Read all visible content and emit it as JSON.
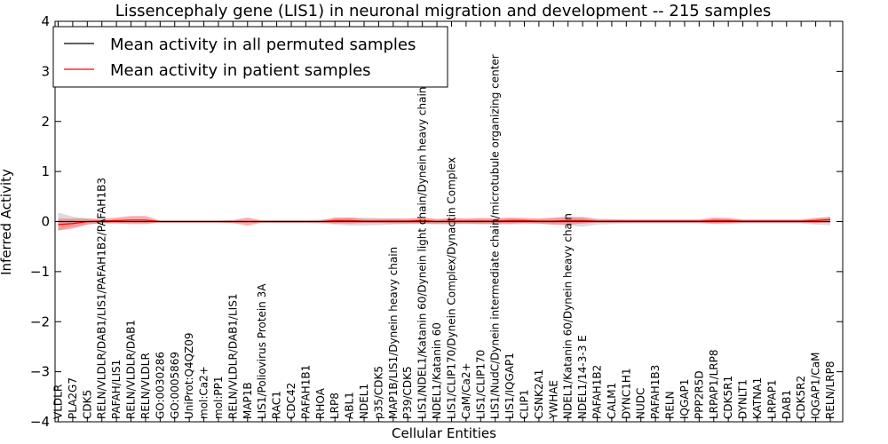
{
  "chart_data": {
    "type": "line",
    "title": "Lissencephaly gene (LIS1) in neuronal migration and development -- 215 samples",
    "xlabel": "Cellular Entities",
    "ylabel": "Inferred Activity",
    "ylim": [
      -4,
      4
    ],
    "yticks": [
      "−4",
      "−3",
      "−2",
      "−1",
      "0",
      "1",
      "2",
      "3",
      "4"
    ],
    "grid": false,
    "legend_position": "top-left",
    "colors": {
      "permuted": "#000000",
      "patient": "#ff0000",
      "permuted_band": "#b0b0b0",
      "patient_band": "#ff6666"
    },
    "categories": [
      "VLDLR",
      "PLA2G7",
      "CDK5",
      "RELN/VLDLR/DAB1/LIS1/PAFAH1B2/PAFAH1B3",
      "PAFAH/LIS1",
      "RELN/VLDLR/DAB1",
      "RELN/VLDLR",
      "GO:0030286",
      "GO:0005869",
      "UniProt:Q4QZ09",
      "mol:Ca2+",
      "mol:PP1",
      "RELN/VLDLR/DAB1/LIS1",
      "MAP1B",
      "LIS1/Poliovirus Protein 3A",
      "RAC1",
      "CDC42",
      "PAFAH1B1",
      "RHOA",
      "LRP8",
      "ABL1",
      "NDEL1",
      "p35/CDK5",
      "MAP1B/LIS1/Dynein heavy chain",
      "P39/CDK5",
      "LIS1/NDEL1/Katanin 60/Dynein light chain/Dynein heavy chain",
      "NDEL1/Katanin 60",
      "LIS1/CLIP170/Dynein Complex/Dynactin Complex",
      "CaM/Ca2+",
      "LIS1/CLIP170",
      "LIS1/NudC/Dynein intermediate chain/microtubule organizing center",
      "LIS1/IQGAP1",
      "CLIP1",
      "CSNK2A1",
      "YWHAE",
      "NDEL1/Katanin 60/Dynein heavy chain",
      "NDEL1/14-3-3 E",
      "PAFAH1B2",
      "CALM1",
      "DYNC1H1",
      "NUDC",
      "PAFAH1B3",
      "RELN",
      "IQGAP1",
      "PPP2R5D",
      "LRPAP1/LRP8",
      "CDK5R1",
      "DYNLT1",
      "KATNA1",
      "LRPAP1",
      "DAB1",
      "CDK5R2",
      "IQGAP1/CaM",
      "RELN/LRP8"
    ],
    "series": [
      {
        "name": "Mean activity in all permuted samples",
        "color": "#000000",
        "values": [
          0.0,
          0.0,
          0.0,
          0.0,
          0.0,
          0.0,
          0.0,
          0.0,
          0.0,
          0.0,
          0.0,
          0.0,
          0.0,
          0.0,
          0.0,
          0.0,
          0.0,
          0.0,
          0.0,
          0.0,
          0.0,
          0.0,
          0.0,
          0.0,
          0.0,
          0.0,
          0.0,
          0.0,
          0.0,
          0.0,
          0.0,
          0.0,
          0.0,
          0.0,
          0.0,
          0.0,
          0.0,
          0.0,
          0.0,
          0.0,
          0.0,
          0.0,
          0.0,
          0.0,
          0.0,
          0.0,
          0.0,
          0.0,
          0.0,
          0.0,
          0.0,
          0.0,
          0.0,
          0.0
        ],
        "band": [
          0.18,
          0.1,
          0.06,
          0.03,
          0.02,
          0.02,
          0.02,
          0.02,
          0.02,
          0.02,
          0.02,
          0.02,
          0.02,
          0.02,
          0.03,
          0.03,
          0.03,
          0.03,
          0.04,
          0.06,
          0.08,
          0.08,
          0.07,
          0.06,
          0.05,
          0.05,
          0.05,
          0.05,
          0.05,
          0.05,
          0.06,
          0.06,
          0.05,
          0.05,
          0.06,
          0.08,
          0.1,
          0.06,
          0.05,
          0.04,
          0.04,
          0.04,
          0.04,
          0.04,
          0.04,
          0.05,
          0.05,
          0.04,
          0.04,
          0.04,
          0.04,
          0.04,
          0.06,
          0.07
        ]
      },
      {
        "name": "Mean activity in patient samples",
        "color": "#ff0000",
        "values": [
          -0.06,
          -0.04,
          0.0,
          0.01,
          0.02,
          0.03,
          0.03,
          0.0,
          0.0,
          0.0,
          0.0,
          0.0,
          0.0,
          0.0,
          0.0,
          0.0,
          0.0,
          0.0,
          0.0,
          0.02,
          0.02,
          0.01,
          0.01,
          0.01,
          0.01,
          0.02,
          0.0,
          0.01,
          0.01,
          0.01,
          0.01,
          0.02,
          0.02,
          0.01,
          0.01,
          0.02,
          0.02,
          0.01,
          0.01,
          0.01,
          0.01,
          0.01,
          0.01,
          0.01,
          0.01,
          0.02,
          0.02,
          0.01,
          0.01,
          0.01,
          0.01,
          0.01,
          0.02,
          0.04
        ],
        "band": [
          0.12,
          0.1,
          0.06,
          0.04,
          0.06,
          0.08,
          0.08,
          0.02,
          0.02,
          0.02,
          0.02,
          0.02,
          0.03,
          0.08,
          0.02,
          0.02,
          0.02,
          0.02,
          0.02,
          0.06,
          0.06,
          0.04,
          0.04,
          0.05,
          0.05,
          0.06,
          0.05,
          0.06,
          0.05,
          0.06,
          0.05,
          0.06,
          0.05,
          0.05,
          0.07,
          0.08,
          0.06,
          0.03,
          0.03,
          0.03,
          0.03,
          0.03,
          0.03,
          0.03,
          0.03,
          0.06,
          0.05,
          0.03,
          0.03,
          0.03,
          0.03,
          0.03,
          0.05,
          0.06
        ]
      }
    ]
  }
}
